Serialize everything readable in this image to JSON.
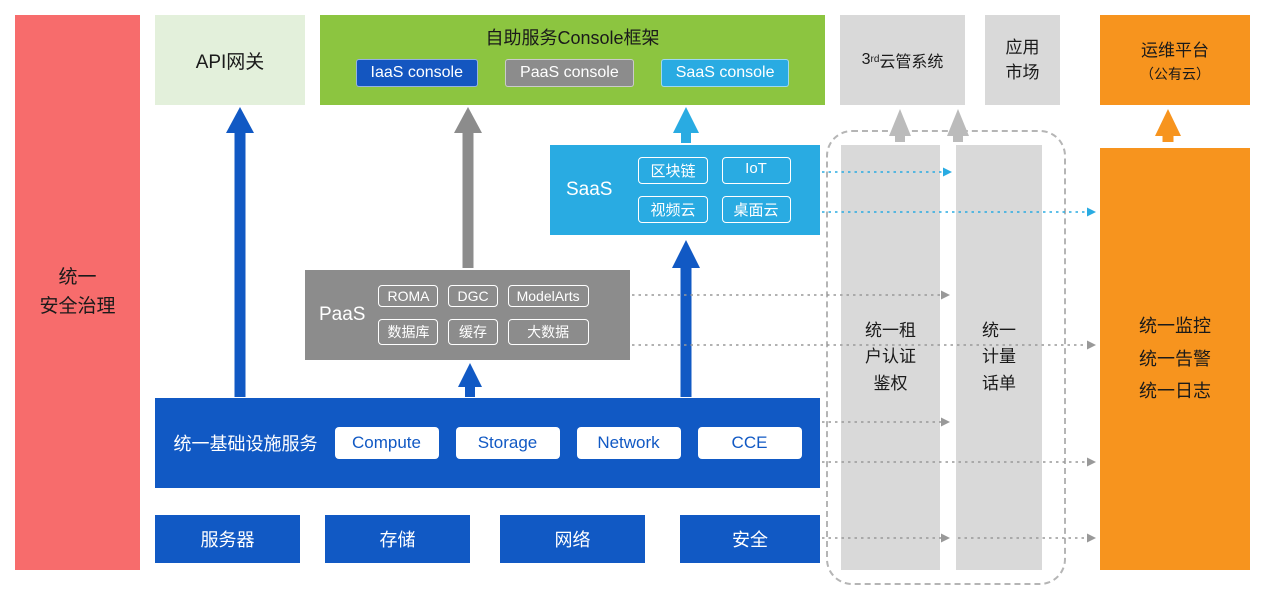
{
  "colors": {
    "red": "#F76C6C",
    "light_green": "#E3F0DB",
    "green": "#8CC540",
    "blue": "#1159C4",
    "gray": "#8C8C8C",
    "light_gray": "#D9D9D9",
    "cyan": "#29ABE2",
    "orange": "#F7941E"
  },
  "security_bar": {
    "label": "统一\n安全治理"
  },
  "api_gateway": {
    "label": "API网关"
  },
  "console_frame": {
    "title": "自助服务Console框架",
    "chips": [
      {
        "label": "IaaS console",
        "color": "#1456C0"
      },
      {
        "label": "PaaS console",
        "color": "#8C8C8C"
      },
      {
        "label": "SaaS console",
        "color": "#29ABE2"
      }
    ]
  },
  "third_party_cloud": {
    "prefix": "3",
    "sup": "rd",
    "rest": "云管系统"
  },
  "app_market": {
    "label": "应用\n市场"
  },
  "om_platform": {
    "line1": "运维平台",
    "line2": "（公有云）"
  },
  "saas": {
    "label": "SaaS",
    "chips": [
      "区块链",
      "IoT",
      "视频云",
      "桌面云"
    ]
  },
  "paas": {
    "label": "PaaS",
    "chips": [
      "ROMA",
      "DGC",
      "ModelArts",
      "数据库",
      "缓存",
      "大数据"
    ]
  },
  "infrastructure": {
    "label": "统一基础设施服务",
    "chips": [
      "Compute",
      "Storage",
      "Network",
      "CCE"
    ]
  },
  "hardware": [
    "服务器",
    "存储",
    "网络",
    "安全"
  ],
  "auth_bar": {
    "label": "统一租\n户认证\n鉴权"
  },
  "metering_bar": {
    "label": "统一\n计量\n话单"
  },
  "monitor_bar": {
    "label": "统一监控\n统一告警\n统一日志"
  }
}
